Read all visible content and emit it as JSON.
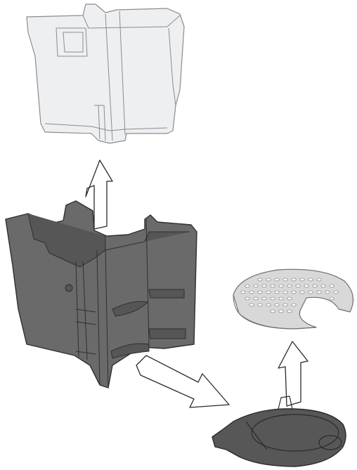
{
  "figure": {
    "kind": "exploded-parts-illustration",
    "colors": {
      "background": "#ffffff",
      "drawer_light_fill": "#eeeff1",
      "drawer_light_stroke": "#8a8c90",
      "drawer_dark_fill": "#6a6a6a",
      "drawer_dark_shade": "#565656",
      "drawer_dark_stroke": "#2f2f2f",
      "arrow_fill": "#ffffff",
      "arrow_stroke": "#2a2a2a",
      "disc_fill": "#d8d8d8",
      "disc_stroke": "#6e6e6e",
      "tray_fill": "#575757",
      "tray_stroke": "#2a2a2a"
    },
    "parts": [
      {
        "id": "grounds-drawer-cover",
        "icon": "light-grey-open-container"
      },
      {
        "id": "drip-tray-body",
        "icon": "dark-grey-slotted-container"
      },
      {
        "id": "perforated-grate",
        "icon": "round-perforated-disc"
      },
      {
        "id": "float-tray-base",
        "icon": "dark-round-shallow-tray"
      }
    ],
    "arrows": [
      {
        "id": "arrow-up-lift-cover",
        "icon": "up-arrow"
      },
      {
        "id": "arrow-down-right-remove",
        "icon": "diagonal-arrow"
      },
      {
        "id": "arrow-up-lift-grate",
        "icon": "up-arrow"
      }
    ]
  }
}
